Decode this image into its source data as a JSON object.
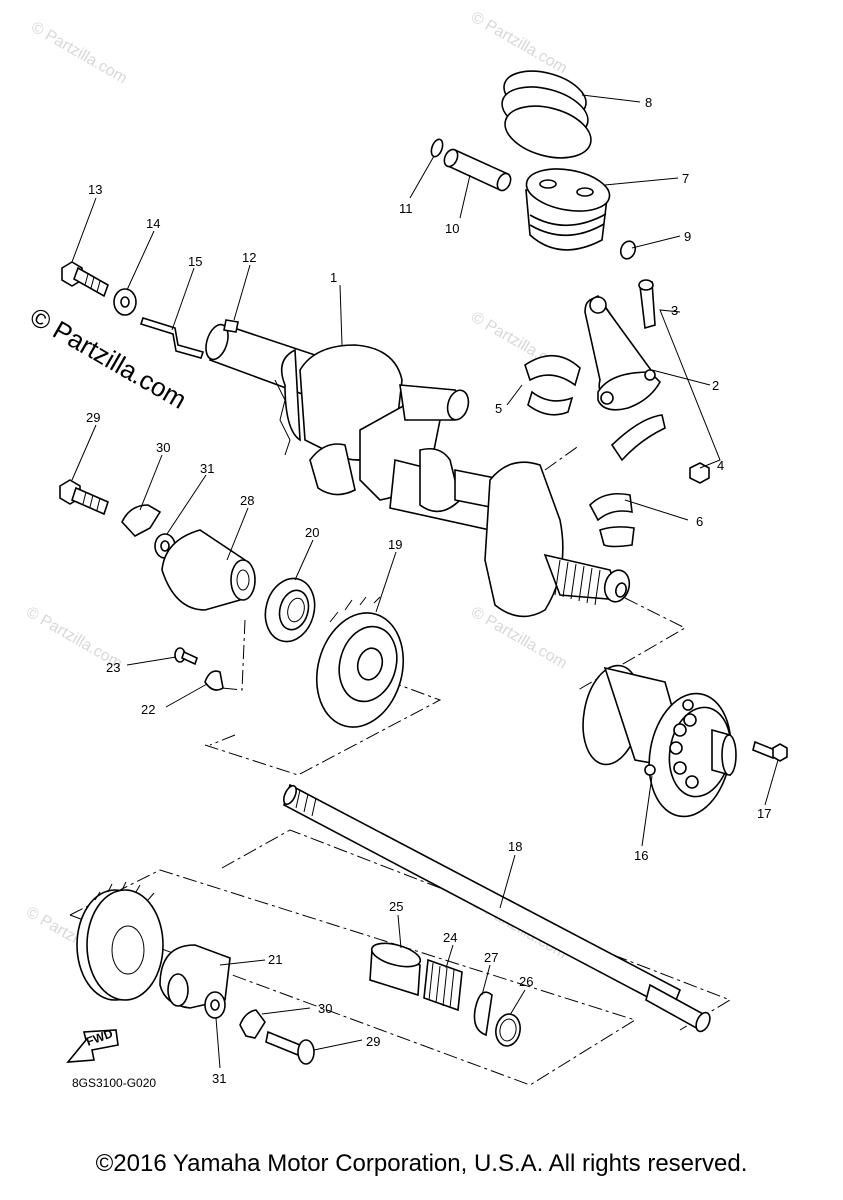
{
  "watermark": {
    "text": "© Partzilla.com",
    "faint_text": "© Partzilla.com",
    "color": "#d8d8d8"
  },
  "diagram_code": "8GS3100-G020",
  "fwd_label": "FWD",
  "copyright": "©2016 Yamaha Motor Corporation, U.S.A. All rights reserved.",
  "callouts": {
    "c1": "1",
    "c2": "2",
    "c3": "3",
    "c4": "4",
    "c5": "5",
    "c6": "6",
    "c7": "7",
    "c8": "8",
    "c9": "9",
    "c10": "10",
    "c11": "11",
    "c12": "12",
    "c13": "13",
    "c14": "14",
    "c15": "15",
    "c16": "16",
    "c17": "17",
    "c18": "18",
    "c19": "19",
    "c20": "20",
    "c21": "21",
    "c22": "22",
    "c23": "23",
    "c24": "24",
    "c25": "25",
    "c26": "26",
    "c27": "27",
    "c28": "28",
    "c29a": "29",
    "c29b": "29",
    "c30a": "30",
    "c30b": "30",
    "c31a": "31",
    "c31b": "31"
  }
}
